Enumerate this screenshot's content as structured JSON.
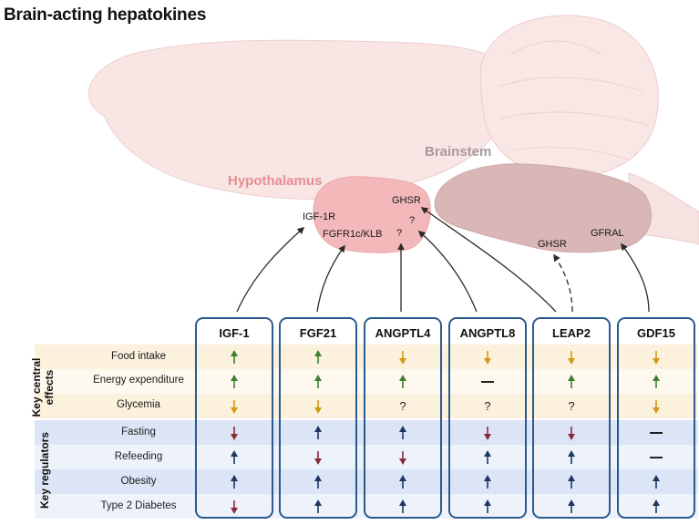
{
  "title": "Brain-acting hepatokines",
  "regions": {
    "hypothalamus": "Hypothalamus",
    "brainstem": "Brainstem"
  },
  "receptors": {
    "igf1r": "IGF-1R",
    "fgfr": "FGFR1c/KLB",
    "ghsr_hypo": "GHSR",
    "q1": "?",
    "q2": "?",
    "ghsr_stem": "GHSR",
    "gfral": "GFRAL"
  },
  "columns": [
    "IGF-1",
    "FGF21",
    "ANGPTL4",
    "ANGPTL8",
    "LEAP2",
    "GDF15"
  ],
  "groups": [
    {
      "label": "Key central effects",
      "rows": [
        "Food intake",
        "Energy expenditure",
        "Glycemia"
      ]
    },
    {
      "label": "Key regulators",
      "rows": [
        "Fasting",
        "Refeeding",
        "Obesity",
        "Type 2 Diabetes"
      ]
    }
  ],
  "cells": [
    [
      "up-green",
      "up-green",
      "down-gold",
      "down-gold",
      "down-gold",
      "down-gold"
    ],
    [
      "up-green",
      "up-green",
      "up-green",
      "none",
      "up-green",
      "up-green"
    ],
    [
      "down-gold",
      "down-gold",
      "unknown",
      "unknown",
      "unknown",
      "down-gold"
    ],
    [
      "down-red",
      "up-navy",
      "up-navy",
      "down-red",
      "down-red",
      "none"
    ],
    [
      "up-navy",
      "down-red",
      "down-red",
      "up-navy",
      "up-navy",
      "none"
    ],
    [
      "up-navy",
      "up-navy",
      "up-navy",
      "up-navy",
      "up-navy",
      "up-navy"
    ],
    [
      "down-red",
      "up-navy",
      "up-navy",
      "up-navy",
      "up-navy",
      "up-navy"
    ]
  ],
  "unknown_symbol": "?",
  "colors": {
    "up-green": "#3f7f2e",
    "down-gold": "#d29a12",
    "down-red": "#8b2b3a",
    "up-navy": "#1d3761",
    "column_border": "#2b5a8e",
    "effects_band_a": "#fbf1dc",
    "effects_band_b": "#fef9ef",
    "regulators_band_a": "#dbe5f6",
    "regulators_band_b": "#eef3fb",
    "hypothalamus_label": "#e58f94",
    "brainstem_label": "#a79a9c"
  }
}
